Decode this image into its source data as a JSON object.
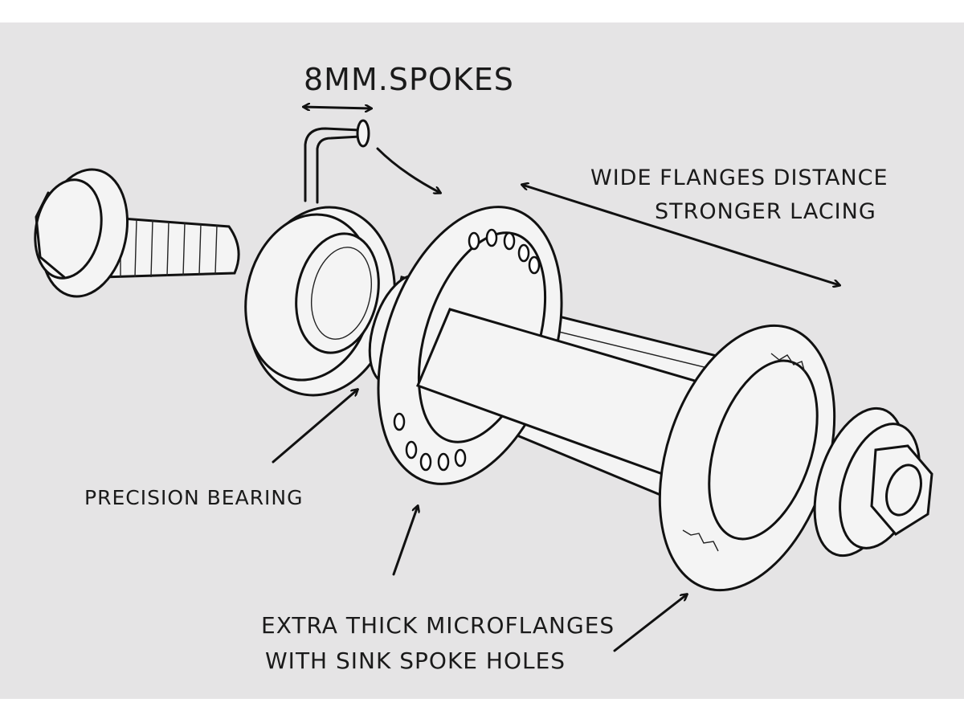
{
  "labels": {
    "spokes": "8MM.SPOKES",
    "flange_distance_1": "WIDE FLANGES DISTANCE",
    "flange_distance_2": "STRONGER LACING",
    "bearing": "PRECISION BEARING",
    "microflanges_1": "EXTRA THICK MICROFLANGES",
    "microflanges_2": "WITH SINK SPOKE HOLES"
  },
  "colors": {
    "background": "#e5e4e5",
    "ink": "#111111",
    "margin": "#ffffff"
  }
}
